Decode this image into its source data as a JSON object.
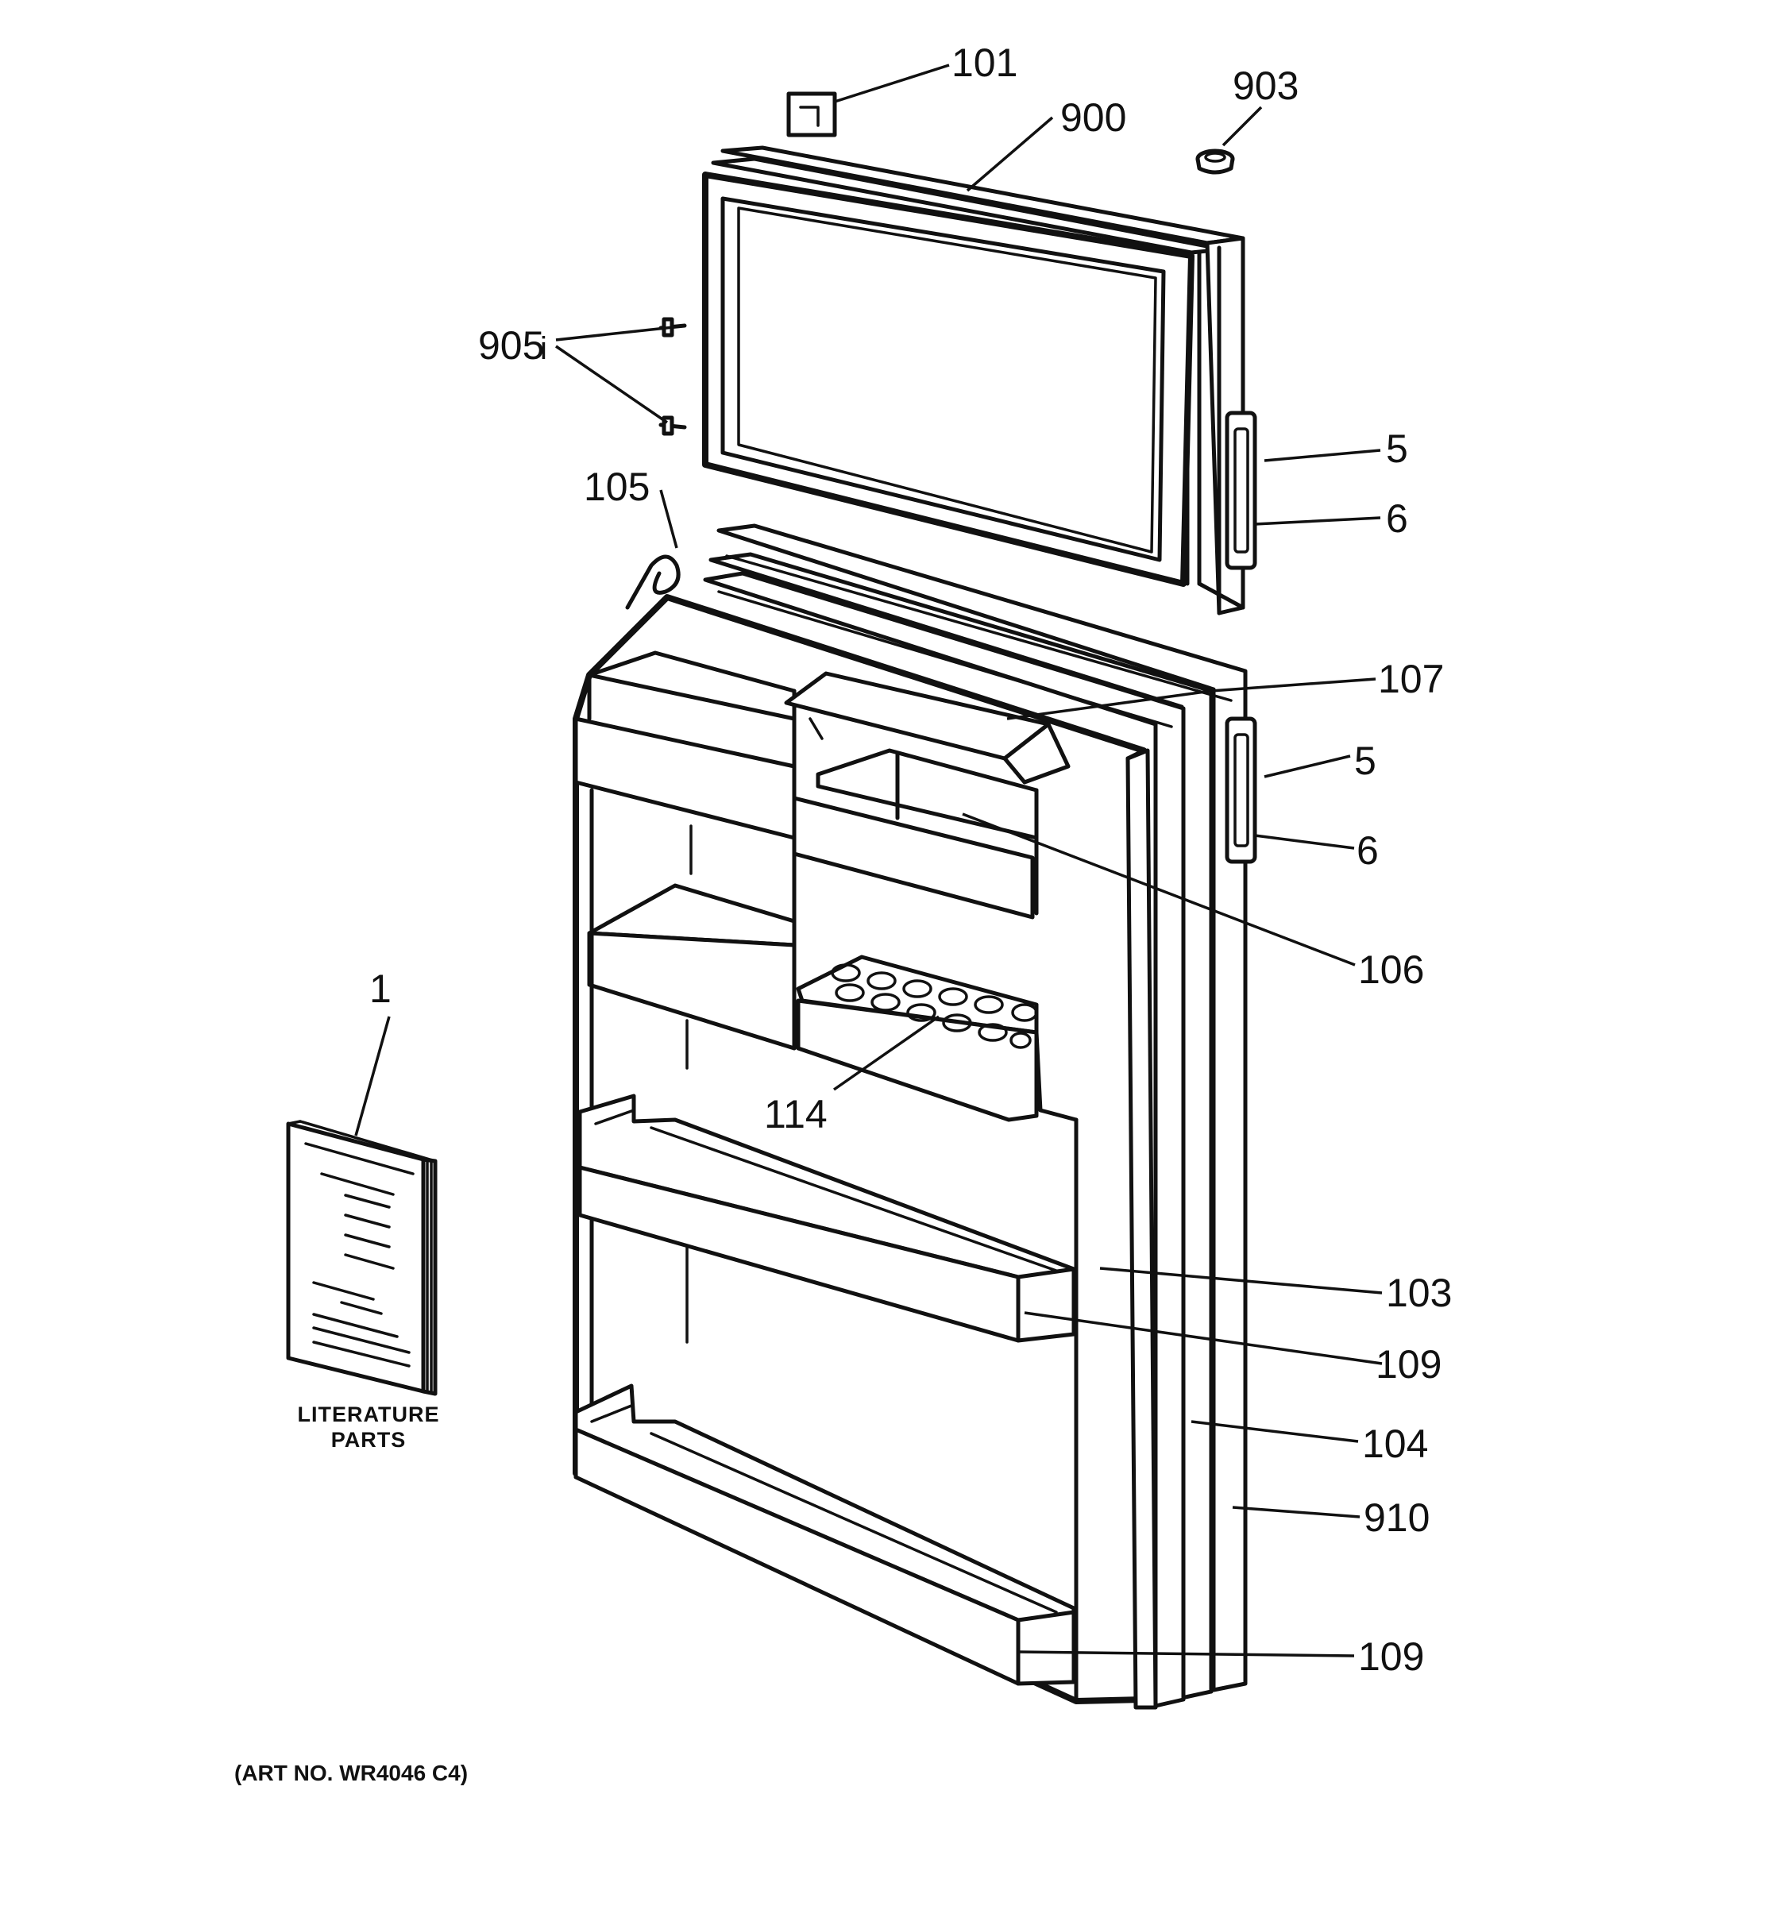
{
  "diagram": {
    "callouts": {
      "c101": "101",
      "c900": "900",
      "c903": "903",
      "c905": "905",
      "c905b": "i",
      "c5a": "5",
      "c6a": "6",
      "c105": "105",
      "c107": "107",
      "c5b": "5",
      "c6b": "6",
      "c106": "106",
      "c1": "1",
      "c114": "114",
      "c103": "103",
      "c109a": "109",
      "c104": "104",
      "c910": "910",
      "c109b": "109"
    },
    "literature_caption_line1": "LITERATURE",
    "literature_caption_line2": "PARTS",
    "art_number": "(ART NO. WR4046 C4)"
  }
}
